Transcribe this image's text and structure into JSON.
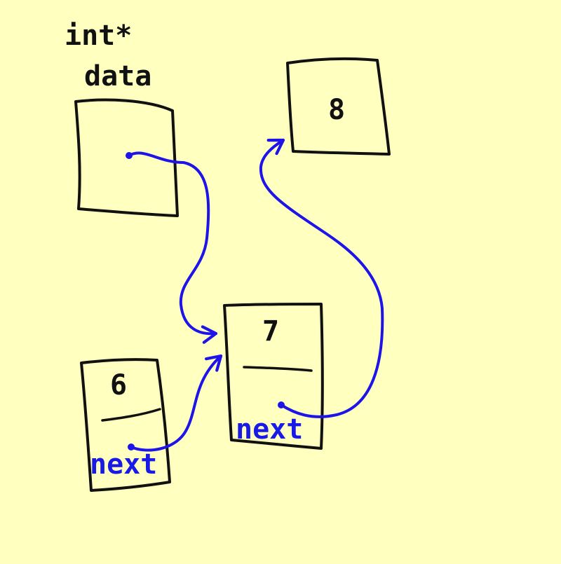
{
  "diagram": {
    "pointer_var": {
      "type_label": "int*",
      "name_label": "data"
    },
    "value_node": {
      "value": "8"
    },
    "nodes": [
      {
        "value": "6",
        "next_label": "next"
      },
      {
        "value": "7",
        "next_label": "next"
      }
    ]
  },
  "colors": {
    "background": "#ffffc0",
    "ink": "#111111",
    "pointer": "#1f14e8"
  }
}
